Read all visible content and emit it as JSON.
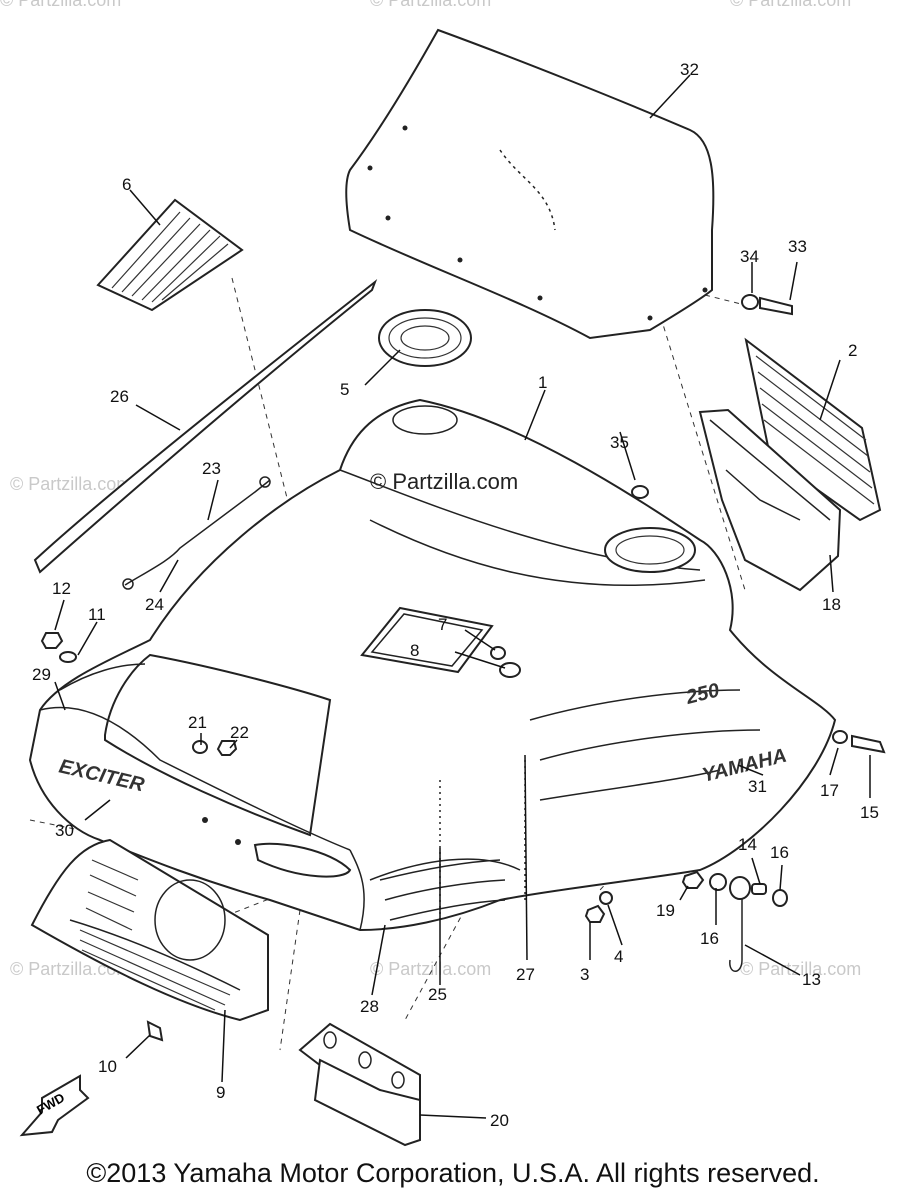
{
  "watermarks": {
    "main": "© Partzilla.com",
    "faint": "© Partzilla.com"
  },
  "decals": {
    "model_number": "250",
    "brand": "YAMAHA",
    "model_name": "EXCITER"
  },
  "fwd_arrow_label": "FWD",
  "callouts": [
    {
      "id": "1",
      "label": "1"
    },
    {
      "id": "2",
      "label": "2"
    },
    {
      "id": "3",
      "label": "3"
    },
    {
      "id": "4",
      "label": "4"
    },
    {
      "id": "5",
      "label": "5"
    },
    {
      "id": "6",
      "label": "6"
    },
    {
      "id": "7",
      "label": "7"
    },
    {
      "id": "8",
      "label": "8"
    },
    {
      "id": "9",
      "label": "9"
    },
    {
      "id": "10",
      "label": "10"
    },
    {
      "id": "11",
      "label": "11"
    },
    {
      "id": "12",
      "label": "12"
    },
    {
      "id": "13",
      "label": "13"
    },
    {
      "id": "14",
      "label": "14"
    },
    {
      "id": "15",
      "label": "15"
    },
    {
      "id": "16a",
      "label": "16"
    },
    {
      "id": "16b",
      "label": "16"
    },
    {
      "id": "17",
      "label": "17"
    },
    {
      "id": "18",
      "label": "18"
    },
    {
      "id": "19",
      "label": "19"
    },
    {
      "id": "20",
      "label": "20"
    },
    {
      "id": "21",
      "label": "21"
    },
    {
      "id": "22",
      "label": "22"
    },
    {
      "id": "23",
      "label": "23"
    },
    {
      "id": "24",
      "label": "24"
    },
    {
      "id": "25",
      "label": "25"
    },
    {
      "id": "26",
      "label": "26"
    },
    {
      "id": "27",
      "label": "27"
    },
    {
      "id": "28",
      "label": "28"
    },
    {
      "id": "29",
      "label": "29"
    },
    {
      "id": "30",
      "label": "30"
    },
    {
      "id": "31",
      "label": "31"
    },
    {
      "id": "32",
      "label": "32"
    },
    {
      "id": "33",
      "label": "33"
    },
    {
      "id": "34",
      "label": "34"
    },
    {
      "id": "35",
      "label": "35"
    }
  ],
  "copyright": "©2013 Yamaha Motor Corporation, U.S.A. All rights reserved."
}
